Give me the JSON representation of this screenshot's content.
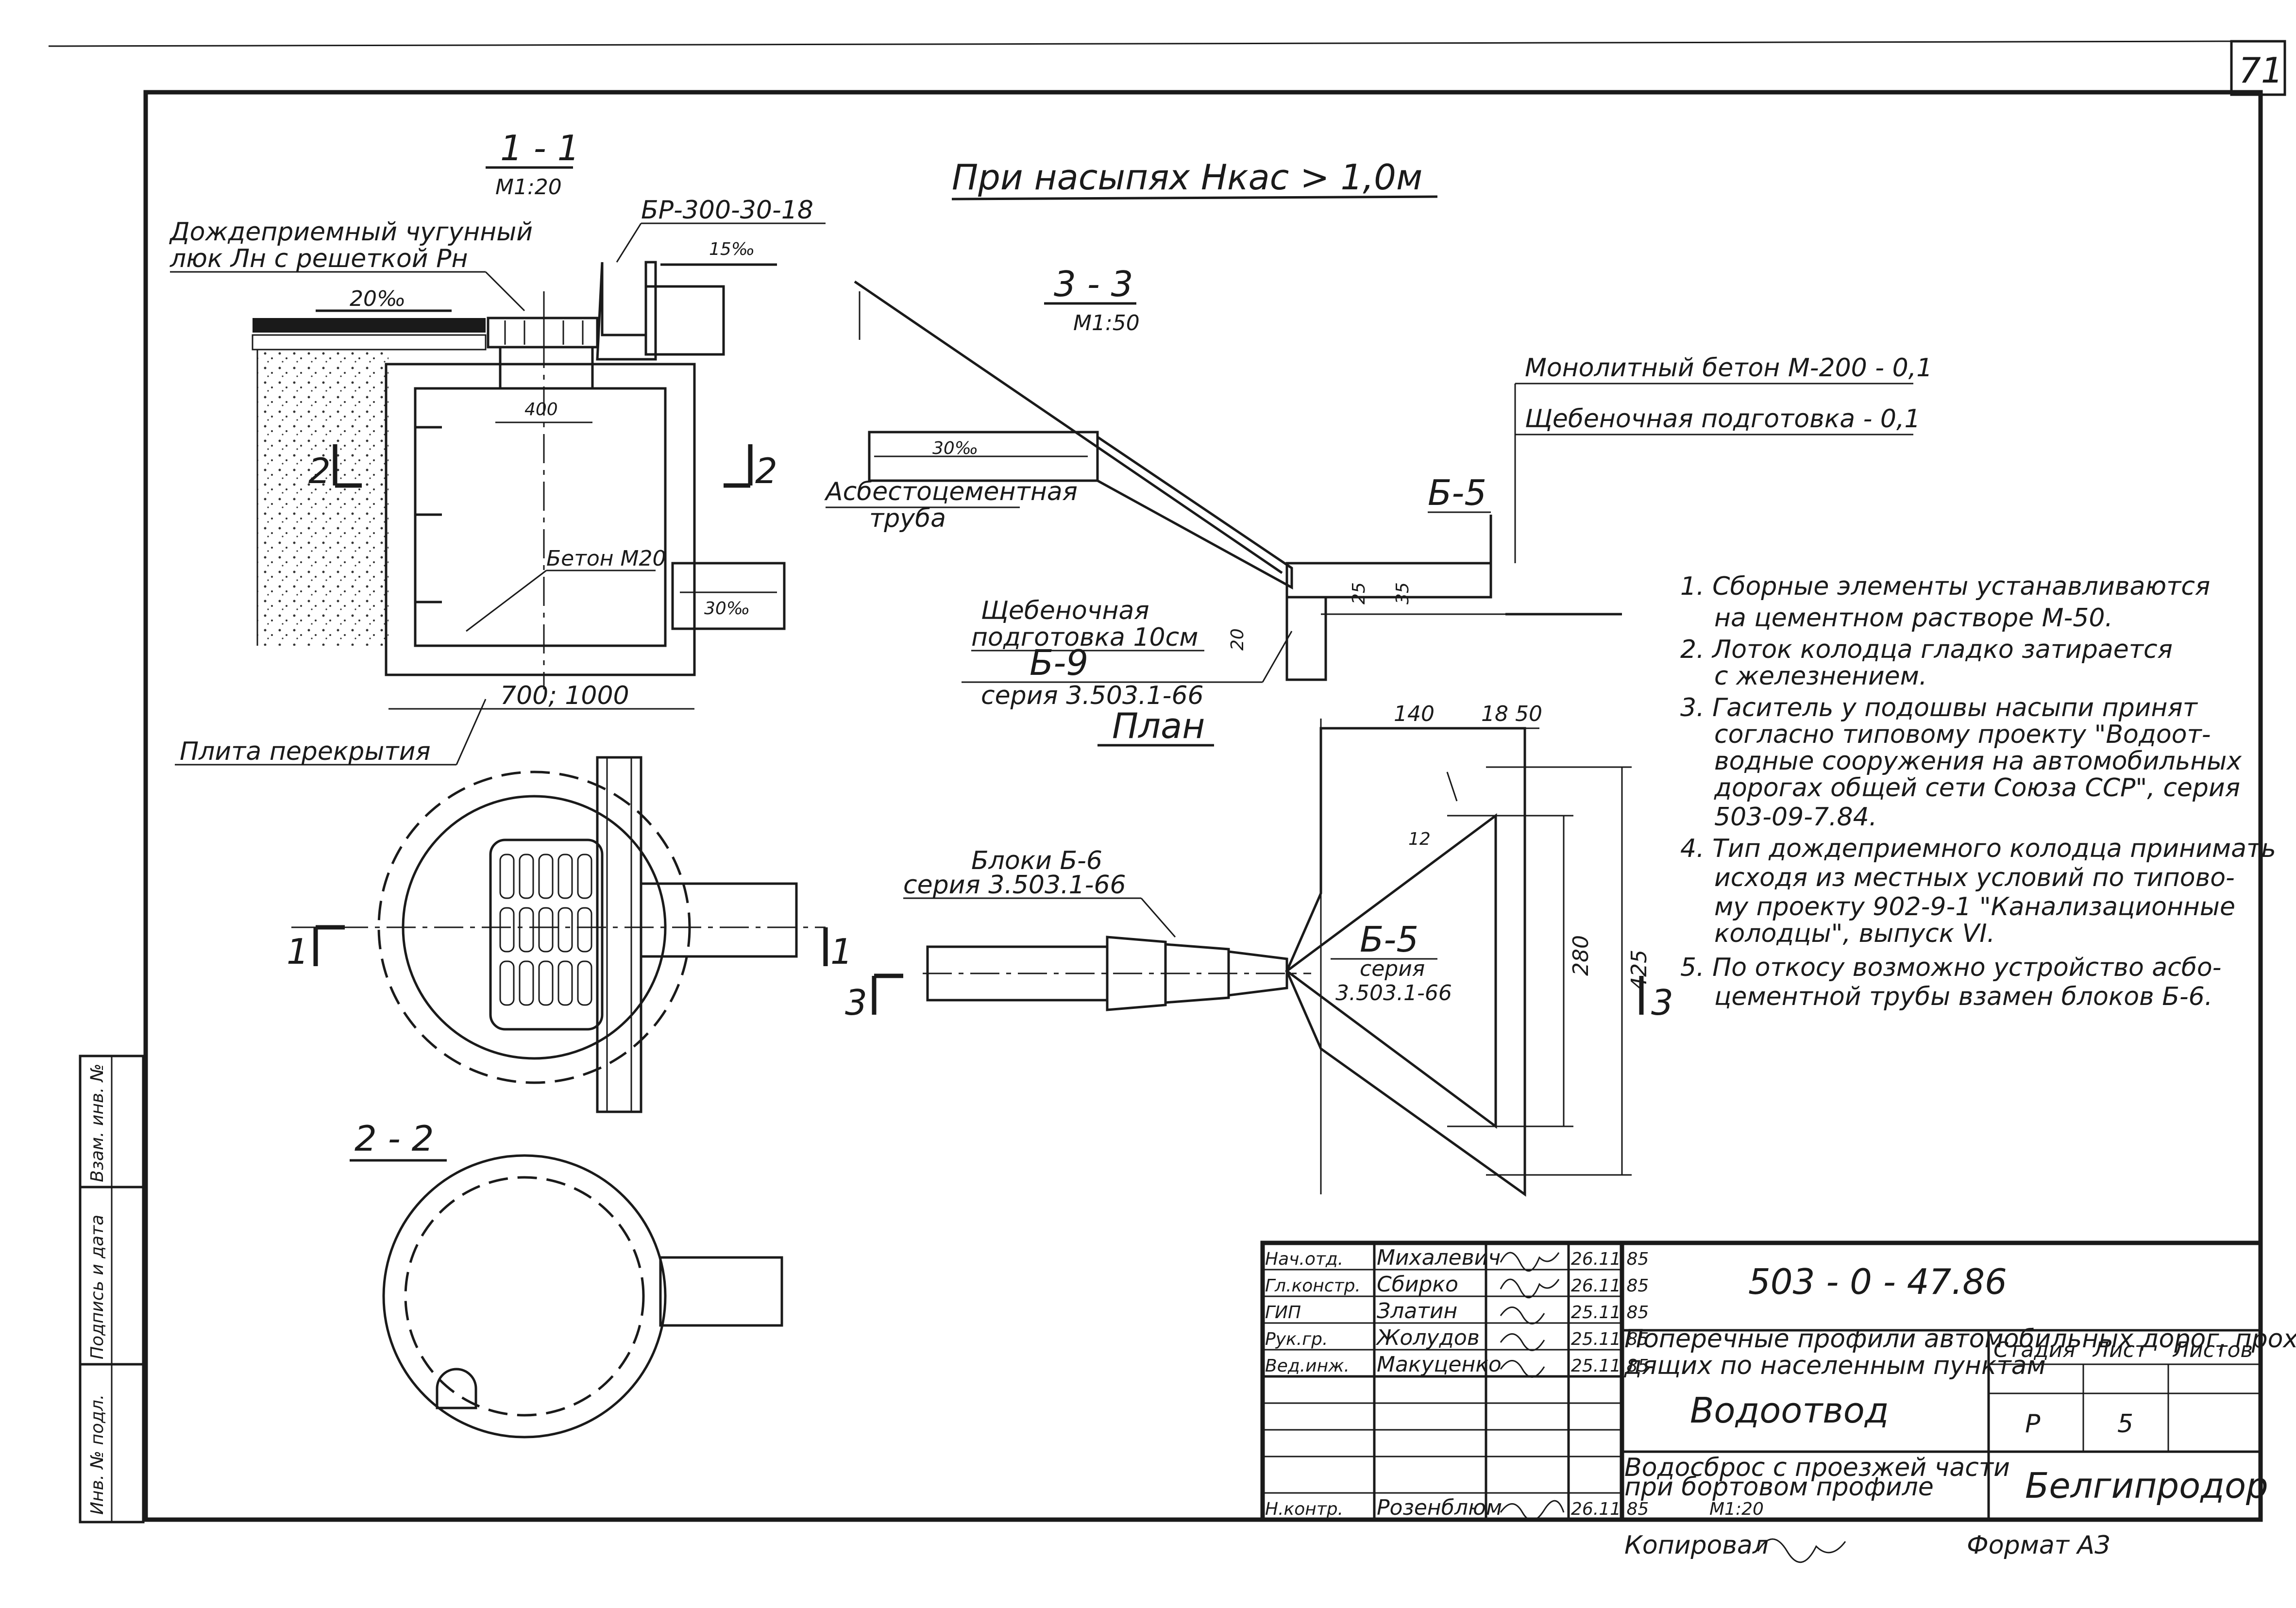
{
  "sheet": {
    "sheet_number": "71",
    "header": "При насыпях Нкас > 1,0м"
  },
  "section_1_1": {
    "title": "1 - 1",
    "scale": "М1:20",
    "label_hatch_line1": "Дождеприемный чугунный",
    "label_hatch_line2": "люк Лн с решеткой Рн",
    "label_curb": "БР-300-30-18",
    "slope_curb": "15‰",
    "slope_road": "20‰",
    "dim_opening": "400",
    "label_concrete": "Бетон М20",
    "slope_pipe": "30‰",
    "dim_width": "700; 1000",
    "label_slab": "Плита перекрытия",
    "cut_mark": "2"
  },
  "section_3_3": {
    "title": "3 - 3",
    "scale": "М1:50",
    "slope_pipe": "30‰",
    "label_pipe_line1": "Асбестоцементная",
    "label_pipe_line2": "труба",
    "label_gravel_line1": "Щебеночная",
    "label_gravel_line2": "подготовка 10см",
    "label_block": "Б-9",
    "label_block_series": "серия 3.503.1-66",
    "label_monolith": "Монолитный бетон М-200 - 0,1",
    "label_gravel2": "Щебеночная подготовка - 0,1",
    "label_block_b5": "Б-5",
    "dim_20": "20",
    "dim_25": "25",
    "dim_35": "35"
  },
  "plan": {
    "title": "План",
    "label_blocks": "Блоки Б-6",
    "label_series": "серия 3.503.1-66",
    "label_b5": "Б-5",
    "label_b5_series_line1": "серия",
    "label_b5_series_line2": "3.503.1-66",
    "dim_140": "140",
    "dim_18": "18",
    "dim_50": "50",
    "dim_280": "280",
    "dim_425": "425",
    "dim_12": "12",
    "cut_mark": "3",
    "cut_mark_1": "1"
  },
  "section_2_2": {
    "title": "2 - 2"
  },
  "notes": [
    "1. Сборные элементы устанавливаются",
    "на цементном растворе М-50.",
    "2. Лоток колодца гладко затирается",
    "с железнением.",
    "3. Гаситель у подошвы насыпи принят",
    "согласно типовому проекту \"Водоот-",
    "водные сооружения на автомобильных",
    "дорогах общей сети Союза ССР\", серия",
    "503-09-7.84.",
    "4. Тип дождеприемного колодца принимать",
    "исходя из местных условий по типово-",
    "му проекту 902-9-1 \"Канализационные",
    "колодцы\", выпуск VI.",
    "5. По откосу возможно устройство асбо-",
    "цементной трубы взамен блоков Б-6."
  ],
  "side_stamp": [
    "Инв. № подл.",
    "Подпись и дата",
    "Взам. инв. №"
  ],
  "title_block": {
    "code": "503 - 0 - 47.86",
    "project_line1": "Поперечные профили автомобильных дорог, прохо-",
    "project_line2": "дящих по населенным пунктам",
    "drawing_title": "Водоотвод",
    "sheet_title_line1": "Водосброс с проезжей части",
    "sheet_title_line2": "при бортовом профиле",
    "sheet_title_line3": "М1:20",
    "col_stage": "Стадия",
    "col_sheet": "Лист",
    "col_sheets": "Листов",
    "stage": "Р",
    "sheet": "5",
    "org": "Белгипродор",
    "copied": "Копировал",
    "format": "Формат А3",
    "signers": [
      {
        "role": "Нач.отд.",
        "name": "Михалевич",
        "date": "26.11.85"
      },
      {
        "role": "Гл.констр.",
        "name": "Сбирко",
        "date": "26.11.85"
      },
      {
        "role": "ГИП",
        "name": "Златин",
        "date": "25.11.85"
      },
      {
        "role": "Рук.гр.",
        "name": "Жолудов",
        "date": "25.11.85"
      },
      {
        "role": "Вед.инж.",
        "name": "Макуценко",
        "date": "25.11.85"
      }
    ],
    "norm_control": {
      "role": "Н.контр.",
      "name": "Розенблюм",
      "date": "26.11.85"
    }
  }
}
